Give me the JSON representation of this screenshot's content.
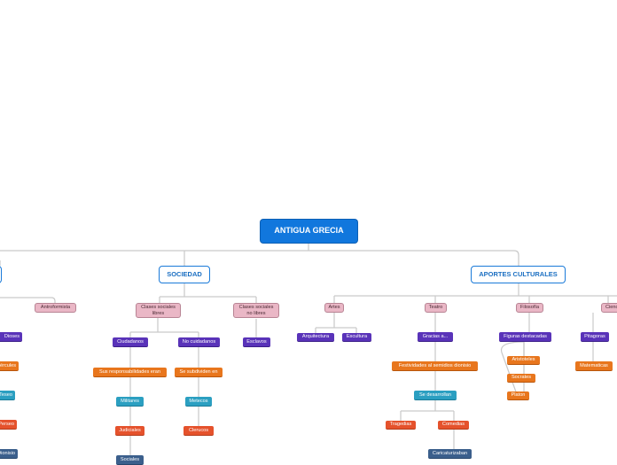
{
  "root": "ANTIGUA GRECIA",
  "main": [
    "SOCIEDAD",
    "APORTES CULTURALES"
  ],
  "society": {
    "libres": "Clases sociales libres",
    "no_libres": "Clases sociales no libres",
    "ciudadanos": "Ciudadanos",
    "no_ciudadanos": "No cuidadanos",
    "esclavos": "Esclavos",
    "responsabilidades": "Sus responsabilidades eran",
    "subdividen": "Se subdividen en",
    "militares": "Militares",
    "judiciales": "Judiciales",
    "sociales": "Sociales",
    "metecos": "Metecos",
    "clerucos": "Clerucos"
  },
  "culture": {
    "artes": "Artes",
    "arquitectura": "Arquitectura",
    "escultura": "Escultura",
    "teatro": "Teatro",
    "gracias": "Gracias a...",
    "festividades": "Festividades al semidios dionisio",
    "desarrollan": "Se desarrollan",
    "tragedias": "Tragedias",
    "comedias": "Comedias",
    "caricaturizaban": "Caricaturizaban",
    "filosofia": "Filosofía",
    "figuras": "Figuras destacadas",
    "aristoteles": "Aristoteles",
    "socrates": "Socrates",
    "platon": "Platon",
    "ciencia": "Ciencia",
    "pitagoras": "Pitagoras",
    "matematicas": "Matematicas"
  },
  "left_partial": {
    "antroformista": "Antroformista",
    "dioses": "Dioses",
    "hercules": "Hércules",
    "teseo": "Teseo",
    "perseo": "Perseo",
    "dionisio": "Dionisio"
  }
}
